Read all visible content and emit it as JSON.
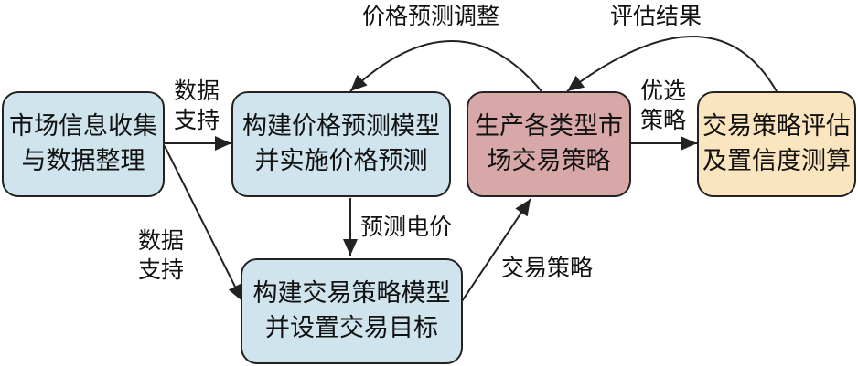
{
  "colors": {
    "blue_fill": "#cfe4ec",
    "red_fill": "#d8a7a7",
    "yellow_fill": "#fbe5be",
    "stroke": "#222222"
  },
  "nodes": {
    "market_info": {
      "line1": "市场信息收集",
      "line2": "与数据整理"
    },
    "price_model": {
      "line1": "构建价格预测模型",
      "line2": "并实施价格预测"
    },
    "trade_model": {
      "line1": "构建交易策略模型",
      "line2": "并设置交易目标"
    },
    "strategy_gen": {
      "line1": "生产各类型市",
      "line2": "场交易策略"
    },
    "evaluation": {
      "line1": "交易策略评估",
      "line2": "及置信度测算"
    }
  },
  "edges": {
    "data_support_top": {
      "line1": "数据",
      "line2": "支持"
    },
    "data_support_left": {
      "line1": "数据",
      "line2": "支持"
    },
    "forecast_price": "预测电价",
    "trade_strategy": "交易策略",
    "preferred_strategy": {
      "line1": "优选",
      "line2": "策略"
    },
    "price_adjust": "价格预测调整",
    "eval_result": "评估结果"
  }
}
